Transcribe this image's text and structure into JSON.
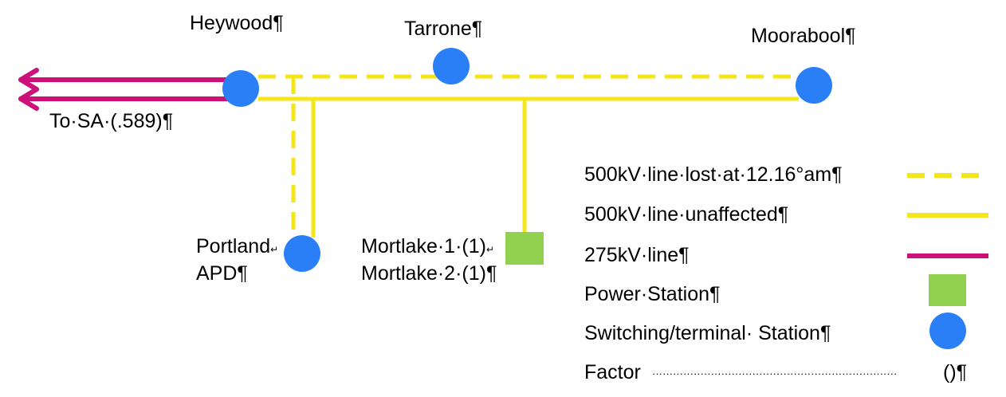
{
  "colors": {
    "lost_500kv": "#f5e51b",
    "unaffected_500kv": "#f5e51b",
    "line_275kv": "#cc127a",
    "power_station": "#92d050",
    "switching_station": "#2a7ff6",
    "text": "#000000"
  },
  "nodes": {
    "heywood": {
      "label": "Heywood¶"
    },
    "tarrone": {
      "label": "Tarrone¶"
    },
    "moorabool": {
      "label": "Moorabool¶"
    },
    "portland": {
      "label_line1": "Portland",
      "label_line1_mark": "↵",
      "label_line2": "APD¶"
    },
    "mortlake": {
      "label_line1": "Mortlake·1·(1)",
      "label_line1_mark": "↵",
      "label_line2": "Mortlake·2·(1)¶"
    }
  },
  "to_sa": {
    "label": "To·SA·(.589)¶"
  },
  "legend": {
    "items": [
      {
        "label": "500kV·line·lost·at·12.16°am¶",
        "symbol": "dashed-yellow-line"
      },
      {
        "label": "500kV·line·unaffected¶",
        "symbol": "solid-yellow-line"
      },
      {
        "label": "275kV·line¶",
        "symbol": "solid-magenta-line"
      },
      {
        "label": "Power·Station¶",
        "symbol": "green-square"
      },
      {
        "label": "Switching/terminal· Station¶",
        "symbol": "blue-circle"
      }
    ],
    "factor": {
      "label": "Factor",
      "leader": "·······································································",
      "value": "()¶"
    }
  }
}
